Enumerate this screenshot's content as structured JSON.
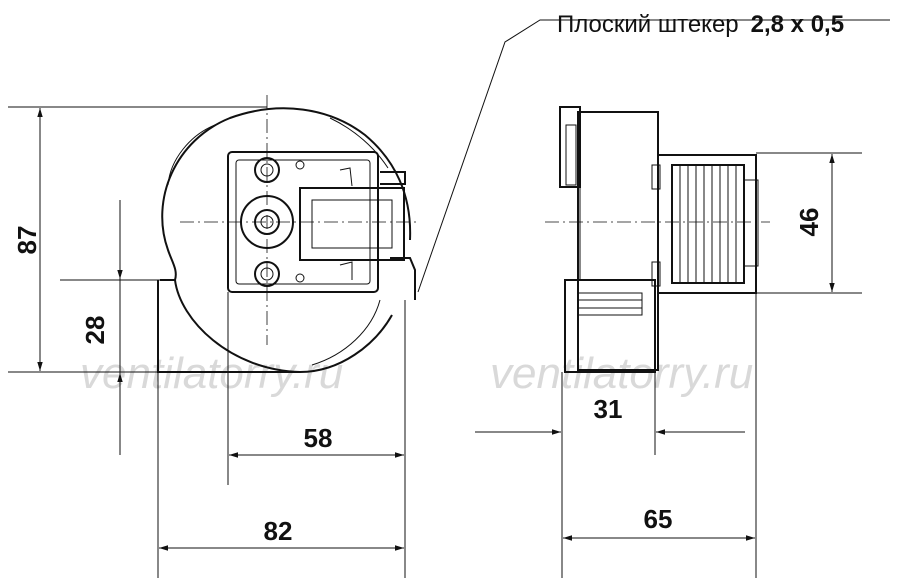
{
  "callout": {
    "text": "Плоский штекер",
    "size": "2,8 x 0,5"
  },
  "dimensions": {
    "height_total": "87",
    "offset": "28",
    "width_inner": "58",
    "width_total": "82",
    "depth_inner": "31",
    "depth_total": "65",
    "motor_height": "46"
  },
  "watermark": {
    "left": "ventilatorry.ru",
    "right": "ventilatorry.ru"
  }
}
